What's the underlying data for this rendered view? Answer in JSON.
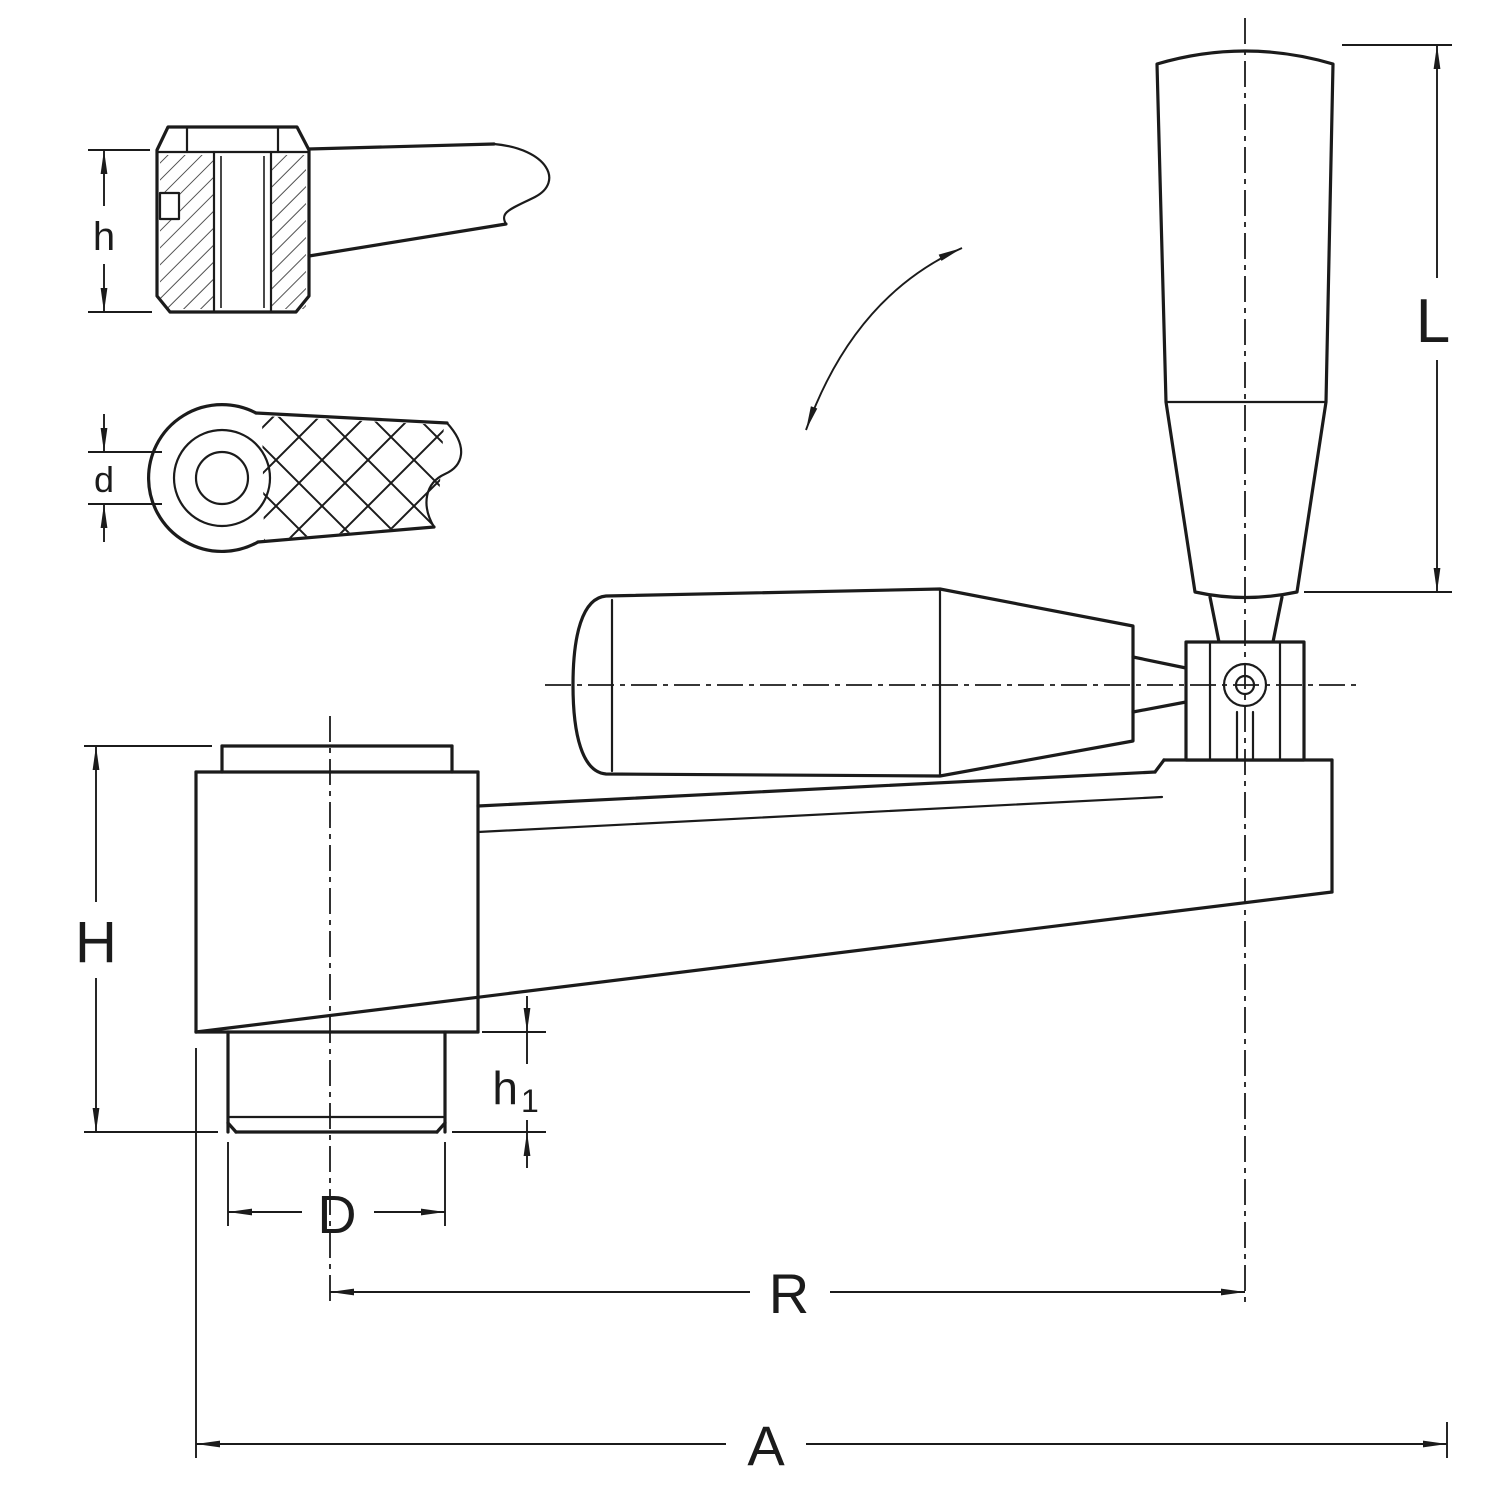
{
  "colors": {
    "line": "#1b1b1b",
    "background": "#ffffff"
  },
  "dimension_labels": {
    "section_hub_height": "h",
    "bore_diameter": "d",
    "grip_length": "L",
    "hub_height": "H",
    "boss_height_base": "h",
    "boss_height_sub": "1",
    "boss_diameter": "D",
    "crank_radius": "R",
    "overall_length": "A"
  }
}
